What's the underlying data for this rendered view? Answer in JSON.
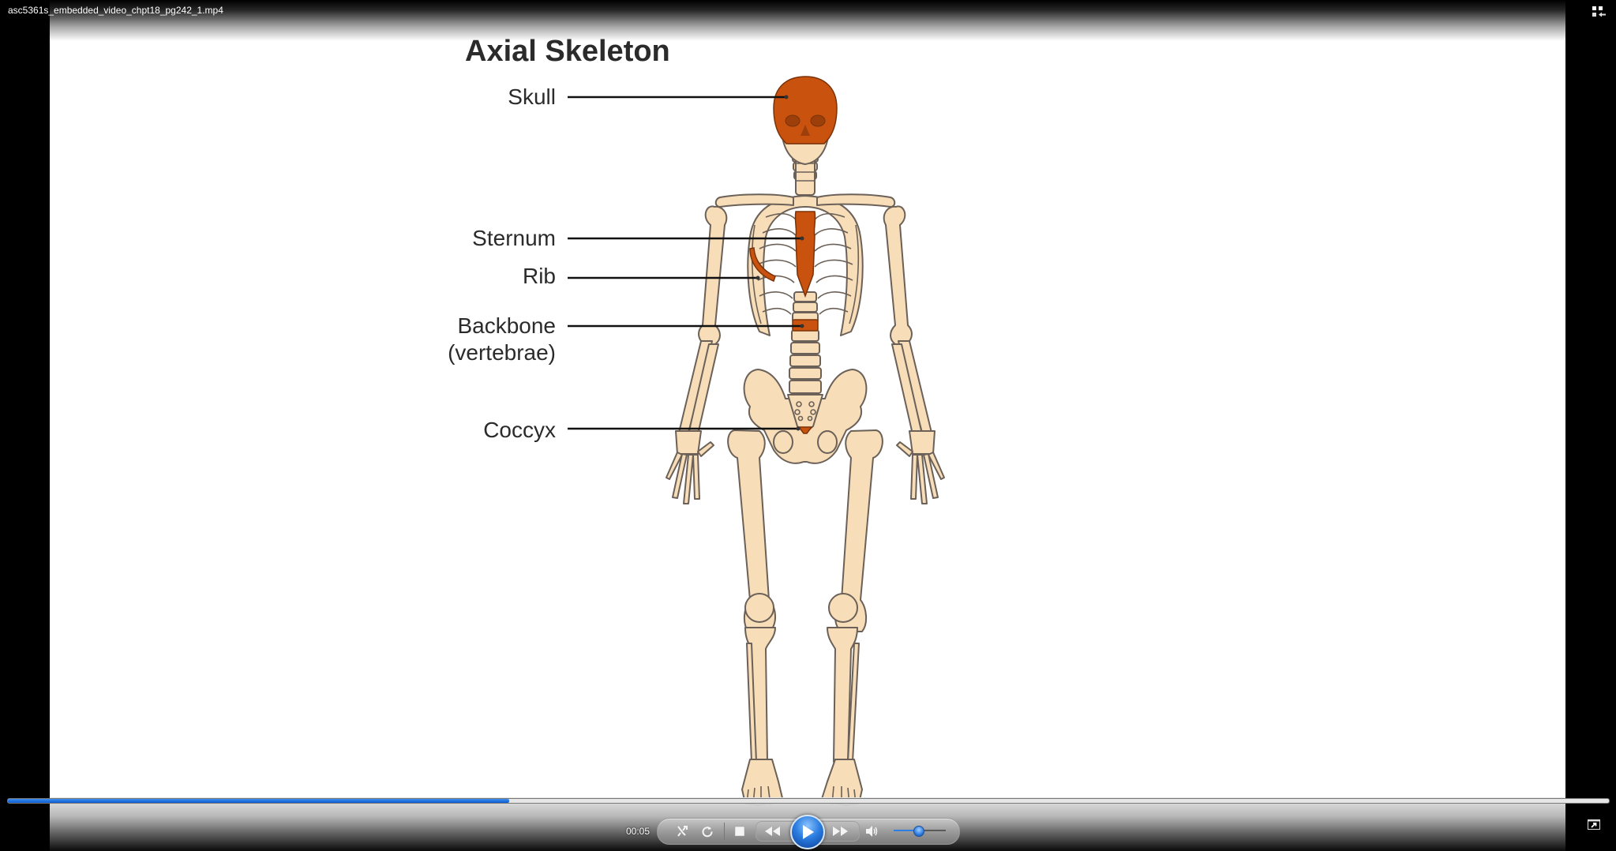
{
  "window": {
    "title": "asc5361s_embedded_video_chpt18_pg242_1.mp4",
    "restore_icon": "switch-to-library-icon"
  },
  "slide": {
    "title": "Axial Skeleton",
    "labels": [
      {
        "id": "skull",
        "text": "Skull"
      },
      {
        "id": "sternum",
        "text": "Sternum"
      },
      {
        "id": "rib",
        "text": "Rib"
      },
      {
        "id": "backbone",
        "text": "Backbone"
      },
      {
        "id": "backbone_sub",
        "text": "(vertebrae)"
      },
      {
        "id": "coccyx",
        "text": "Coccyx"
      }
    ],
    "colors": {
      "bone": "#F7DDB8",
      "bone_outline": "#6b6158",
      "highlight": "#C9520F",
      "text": "#2b2b2b"
    }
  },
  "player": {
    "current_time": "00:05",
    "progress_percent": 31.3,
    "volume_percent": 52,
    "accent_color": "#2a7de1",
    "controls": {
      "shuffle": "shuffle-icon",
      "repeat": "repeat-icon",
      "stop": "stop-icon",
      "previous": "rewind-icon",
      "play": "play-icon",
      "next": "fast-forward-icon",
      "mute": "speaker-icon",
      "volume": "volume-slider",
      "mini_mode": "switch-to-now-playing-icon"
    }
  }
}
